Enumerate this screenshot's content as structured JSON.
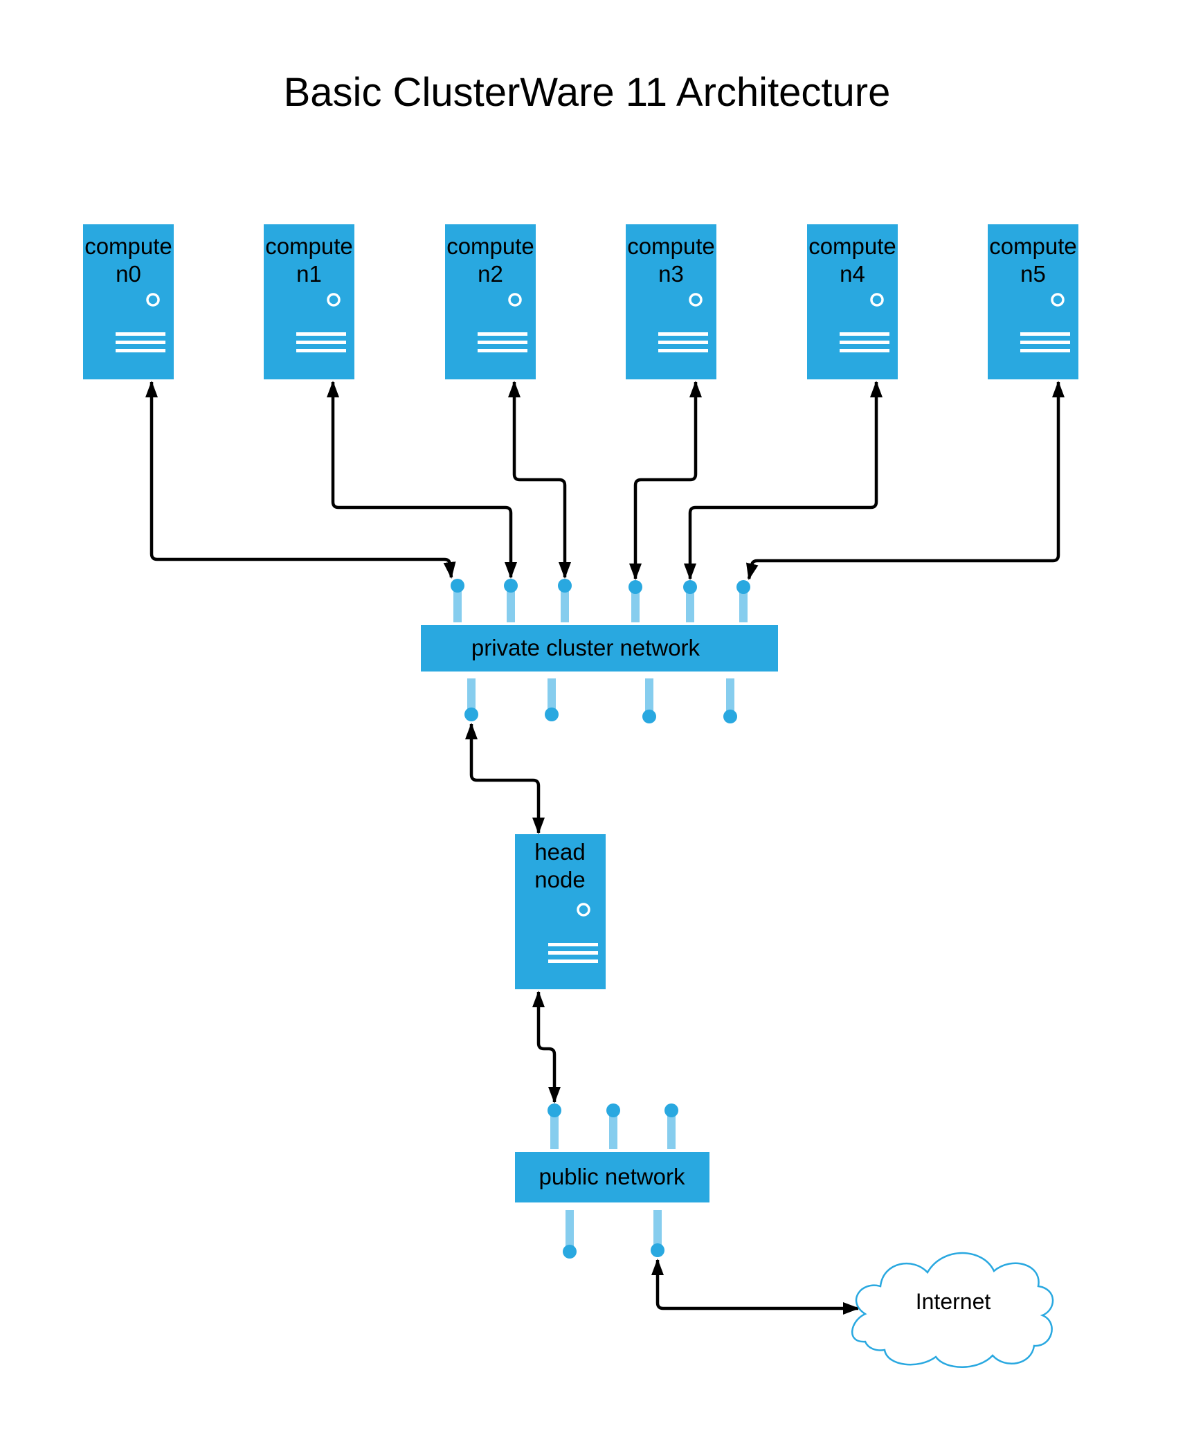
{
  "title": "Basic ClusterWare 11 Architecture",
  "colors": {
    "node_fill": "#29A8E0",
    "port_fill": "#29A8E0",
    "port_stem": "#86CDEE",
    "link_stroke": "#000000",
    "cloud_stroke": "#29A8E0"
  },
  "compute_nodes": [
    {
      "id": "n0",
      "line1": "compute",
      "line2": "n0"
    },
    {
      "id": "n1",
      "line1": "compute",
      "line2": "n1"
    },
    {
      "id": "n2",
      "line1": "compute",
      "line2": "n2"
    },
    {
      "id": "n3",
      "line1": "compute",
      "line2": "n3"
    },
    {
      "id": "n4",
      "line1": "compute",
      "line2": "n4"
    },
    {
      "id": "n5",
      "line1": "compute",
      "line2": "n5"
    }
  ],
  "private_network": {
    "label": "private cluster network"
  },
  "head_node": {
    "line1": "head",
    "line2": "node"
  },
  "public_network": {
    "label": "public network"
  },
  "internet": {
    "label": "Internet"
  },
  "icons": {
    "server": "server-icon",
    "network_port": "network-port-icon",
    "cloud": "cloud-icon"
  }
}
